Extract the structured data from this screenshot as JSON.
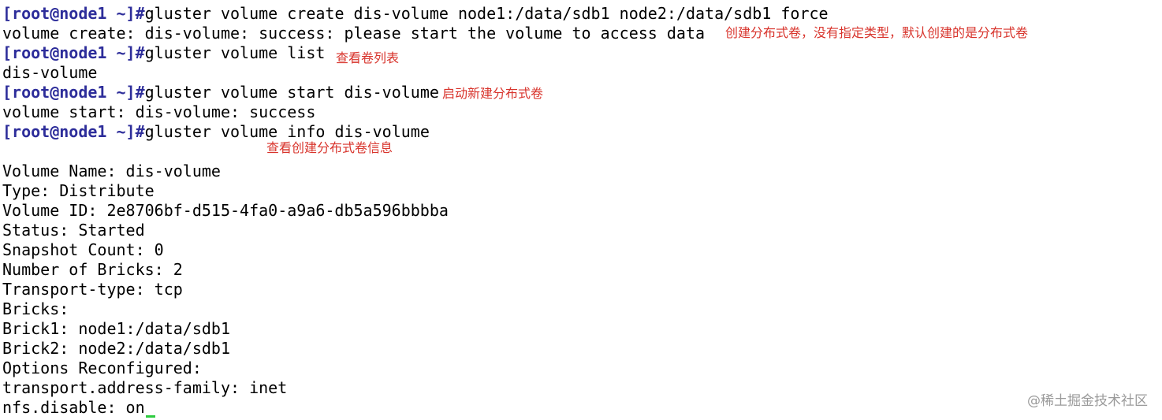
{
  "terminal": {
    "prompt": "[root@node1 ~]#",
    "lines": [
      {
        "type": "cmd",
        "text": "gluster volume create dis-volume node1:/data/sdb1 node2:/data/sdb1 force"
      },
      {
        "type": "out",
        "text": "volume create: dis-volume: success: please start the volume to access data"
      },
      {
        "type": "cmd",
        "text": "gluster volume list"
      },
      {
        "type": "out",
        "text": "dis-volume"
      },
      {
        "type": "cmd",
        "text": "gluster volume start dis-volume"
      },
      {
        "type": "out",
        "text": "volume start: dis-volume: success"
      },
      {
        "type": "cmd",
        "text": "gluster volume info dis-volume"
      },
      {
        "type": "out",
        "text": "Volume Name: dis-volume"
      },
      {
        "type": "out",
        "text": "Type: Distribute"
      },
      {
        "type": "out",
        "text": "Volume ID: 2e8706bf-d515-4fa0-a9a6-db5a596bbbba"
      },
      {
        "type": "out",
        "text": "Status: Started"
      },
      {
        "type": "out",
        "text": "Snapshot Count: 0"
      },
      {
        "type": "out",
        "text": "Number of Bricks: 2"
      },
      {
        "type": "out",
        "text": "Transport-type: tcp"
      },
      {
        "type": "out",
        "text": "Bricks:"
      },
      {
        "type": "out",
        "text": "Brick1: node1:/data/sdb1"
      },
      {
        "type": "out",
        "text": "Brick2: node2:/data/sdb1"
      },
      {
        "type": "out",
        "text": "Options Reconfigured:"
      },
      {
        "type": "out",
        "text": "transport.address-family: inet"
      },
      {
        "type": "out",
        "text": "nfs.disable: on"
      }
    ]
  },
  "annotations": {
    "create": "创建分布式卷，没有指定类型，默认创建的是分布式卷",
    "list": "查看卷列表",
    "start": "启动新建分布式卷",
    "info": "查看创建分布式卷信息"
  },
  "watermark": "@稀土掘金技术社区",
  "colors": {
    "prompt": "#2d2d9a",
    "annotation": "#d8342c",
    "cursor": "#2ecc40",
    "watermark": "#9a9a9a"
  }
}
